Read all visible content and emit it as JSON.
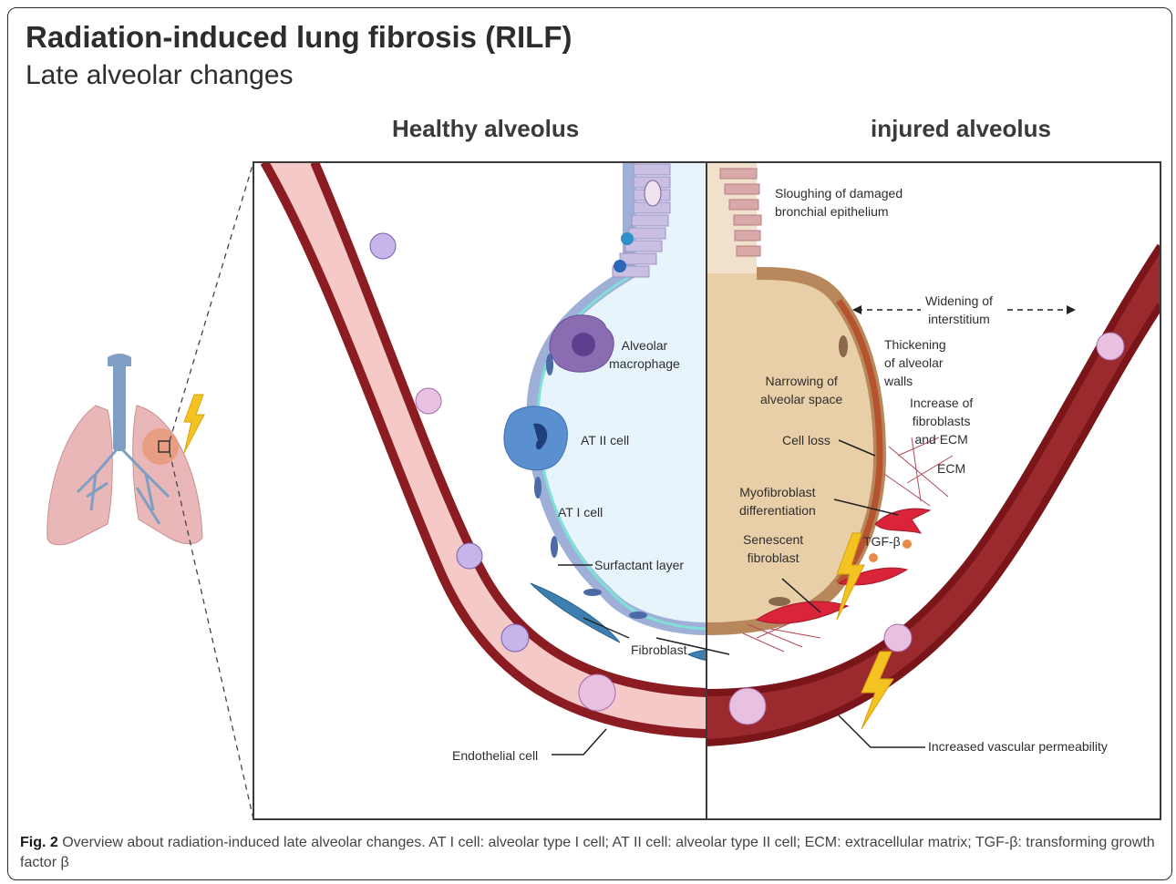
{
  "title": "Radiation-induced lung fibrosis (RILF)",
  "subtitle": "Late alveolar changes",
  "panels": {
    "healthy": "Healthy alveolus",
    "injured": "injured alveolus"
  },
  "labels": {
    "alveolar_macrophage": "Alveolar\nmacrophage",
    "at2": "AT II  cell",
    "at1": "AT I cell",
    "surfactant": "Surfactant layer",
    "fibroblast": "Fibroblast",
    "endothelial": "Endothelial cell",
    "sloughing": "Sloughing of damaged\nbronchial epithelium",
    "widening": "Widening of\ninterstitium",
    "thickening": "Thickening\nof alveolar\nwalls",
    "narrowing": "Narrowing of\nalveolar space",
    "increase_fib": "Increase of\nfibroblasts\nand ECM",
    "cell_loss": "Cell loss",
    "ecm": "ECM",
    "myofib": "Myofibroblast\ndifferentiation",
    "tgf": "TGF-β",
    "senescent": "Senescent\nfibroblast",
    "vascular": "Increased vascular permeability"
  },
  "caption": {
    "fig": "Fig. 2",
    "text": " Overview about radiation-induced late alveolar changes. AT I cell: alveolar type I cell; AT II cell: alveolar type II cell; ECM: extracellular matrix; TGF-β: transforming growth factor β"
  }
}
